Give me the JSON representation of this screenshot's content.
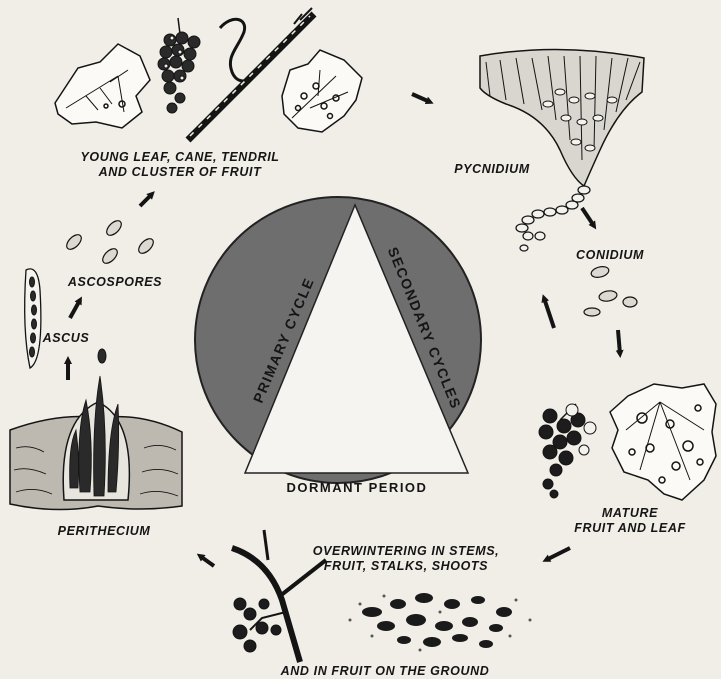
{
  "labels": {
    "young_line1": "YOUNG LEAF, CANE, TENDRIL",
    "young_line2": "AND CLUSTER OF FRUIT",
    "pycnidium": "PYCNIDIUM",
    "conidium": "CONIDIUM",
    "mature_line1": "MATURE",
    "mature_line2": "FRUIT AND LEAF",
    "overwinter_line1": "OVERWINTERING IN STEMS,",
    "overwinter_line2": "FRUIT, STALKS, SHOOTS",
    "ground": "AND IN FRUIT ON THE GROUND",
    "perithecium": "PERITHECIUM",
    "ascus": "ASCUS",
    "ascospores": "ASCOSPORES"
  },
  "center": {
    "primary": "PRIMARY CYCLE",
    "secondary": "SECONDARY CYCLES",
    "dormant": "DORMANT PERIOD"
  },
  "colors": {
    "background": "#f1eee8",
    "ink": "#141414",
    "disc": "#6e6e6e",
    "triangle": "#f5f4f0"
  }
}
